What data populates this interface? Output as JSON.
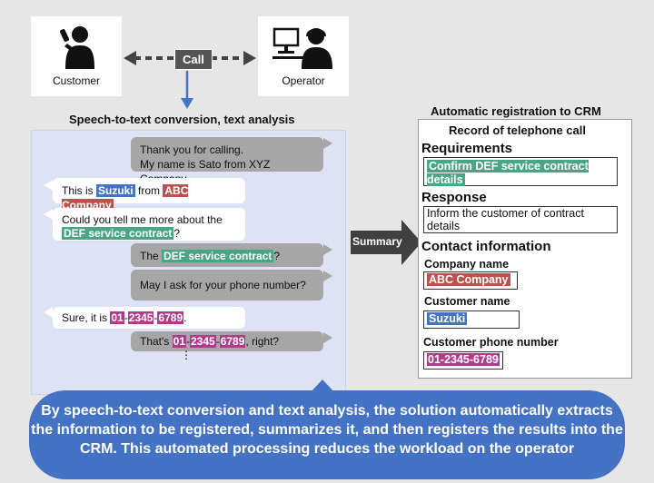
{
  "actors": {
    "customer_label": "Customer",
    "operator_label": "Operator",
    "call_label": "Call"
  },
  "stt_title": "Speech-to-text conversion, text analysis",
  "chat": {
    "m1_line1": "Thank you for calling.",
    "m1_line2": "My name  is Sato from XYZ Company.",
    "m2_pre": "This is ",
    "m2_name": "Suzuki",
    "m2_mid": " from ",
    "m2_company": "ABC Company",
    "m2_post": ".",
    "m3_line1": "Could you tell me more about the",
    "m3_service": "DEF service contract",
    "m3_post": "?",
    "m4_pre": "The ",
    "m4_service": "DEF service contract",
    "m4_post": "?",
    "m5": "May I ask for your phone number?",
    "m6_pre": "Sure, it is ",
    "m6_phone_a": "01",
    "m6_dash1": "-",
    "m6_phone_b": "2345",
    "m6_dash2": "-",
    "m6_phone_c": "6789",
    "m6_post": ".",
    "m7_pre": "That's ",
    "m7_phone_a": "01",
    "m7_dash1": "-",
    "m7_phone_b": "2345",
    "m7_dash2": "-",
    "m7_phone_c": "6789",
    "m7_post": ", right?",
    "ellipsis": "⋮"
  },
  "summary_label": "Summary",
  "crm": {
    "auto_title": "Automatic registration to CRM",
    "record_title": "Record of telephone call",
    "requirements_heading": "Requirements",
    "requirements_value": "Confirm DEF service contract details",
    "response_heading": "Response",
    "response_value": "Inform the customer of contract details",
    "contact_heading": "Contact information",
    "company_label": "Company name",
    "company_value": "ABC Company",
    "customer_label": "Customer name",
    "customer_value": "Suzuki",
    "phone_label": "Customer phone number",
    "phone_value": "01-2345-6789"
  },
  "footer_text": "By speech-to-text conversion and text analysis, the solution automatically extracts the information to be registered, summarizes it, and then registers the results into the CRM. This automated processing reduces the workload on the operator",
  "colors": {
    "blue": "#4472c4",
    "red": "#c0504d",
    "green": "#4aa586",
    "purple": "#b03b8a"
  }
}
